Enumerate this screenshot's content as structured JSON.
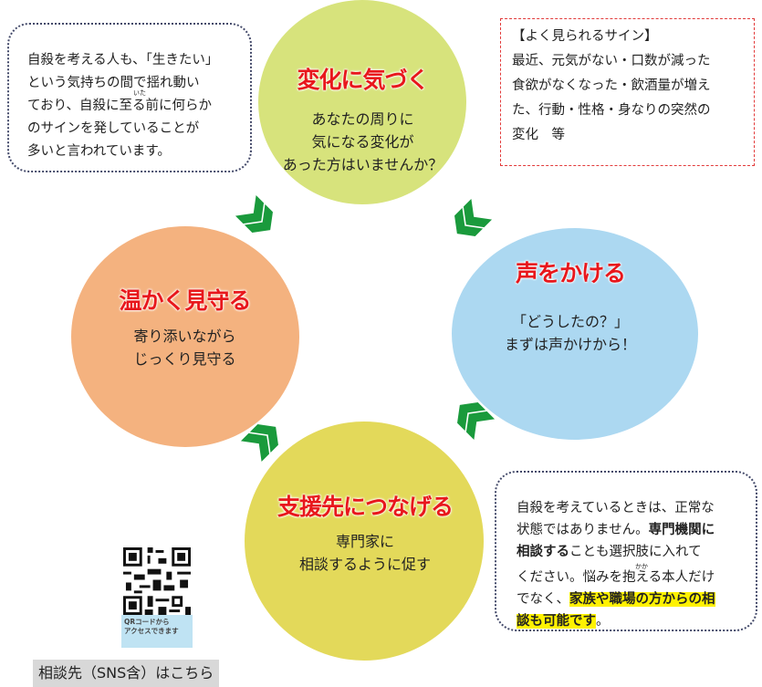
{
  "intro_box": {
    "lines": [
      "自殺を考える人も、「生きたい」",
      "という気持ちの間で揺れ動い",
      "ており、自殺に至る前に何らか",
      "のサインを発していることが",
      "多いと言われています。"
    ],
    "ruby": "いた"
  },
  "signs_box": {
    "heading": "【よく見られるサイン】",
    "lines": [
      "最近、元気がない・口数が減った",
      "食欲がなくなった・飲酒量が増え",
      "た、行動・性格・身なりの突然の",
      "変化　等"
    ]
  },
  "steps": [
    {
      "title": "変化に気づく",
      "lines": [
        "あなたの周りに",
        "気になる変化が",
        "あった方はいませんか？"
      ],
      "color": "#d7e37c"
    },
    {
      "title": "声をかける",
      "lines": [
        "「どうしたの？」",
        "まずは声かけから！"
      ],
      "color": "#acd8f1"
    },
    {
      "title": "支援先につなげる",
      "lines": [
        "専門家に",
        "相談するように促す"
      ],
      "color": "#e3d95a"
    },
    {
      "title": "温かく見守る",
      "lines": [
        "寄り添いながら",
        "じっくり見守る"
      ],
      "color": "#f4b27f"
    }
  ],
  "advice_box": {
    "l1": "自殺を考えているときは、正常な",
    "l2a": "状態ではありません。",
    "l2b": "専門機関に",
    "l3a": "相談する",
    "l3b": "ことも選択肢に入れて",
    "l4": "ください。悩みを抱える本人だけ",
    "ruby": "かか",
    "l5a": "でなく、",
    "l5b": "家族や職場の方からの相",
    "l6a": "談も可能です",
    "l6b": "。"
  },
  "qr": {
    "caption_line1": "QRコードから",
    "caption_line2": "アクセスできます"
  },
  "footer_label": "相談先（SNS含）はこちら",
  "colors": {
    "arrow": "#1a9a3c",
    "title": "#e8171c",
    "highlight": "#fff200"
  }
}
